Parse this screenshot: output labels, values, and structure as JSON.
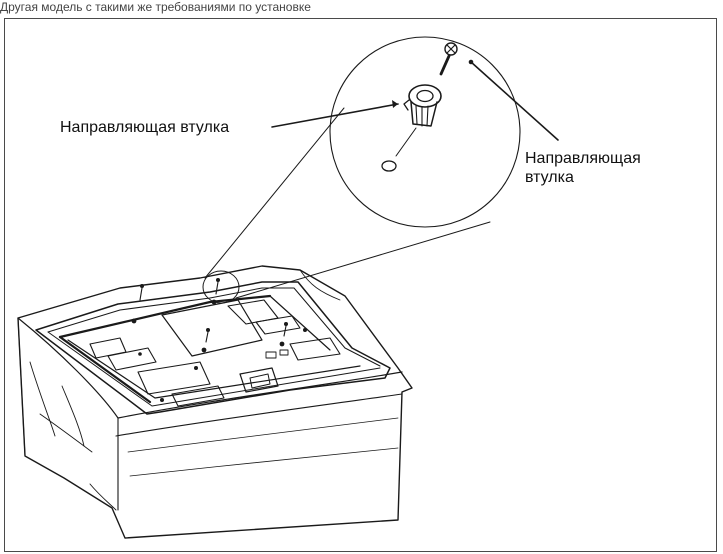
{
  "page": {
    "caption": "Другая модель с такими же требованиями по установке"
  },
  "diagram": {
    "callout_left": "Направляющая втулка",
    "callout_right_line1": "Направляющая",
    "callout_right_line2": "втулка"
  },
  "colors": {
    "frame": "#4a4a4a",
    "line": "#1a1a1a",
    "background": "#ffffff"
  }
}
